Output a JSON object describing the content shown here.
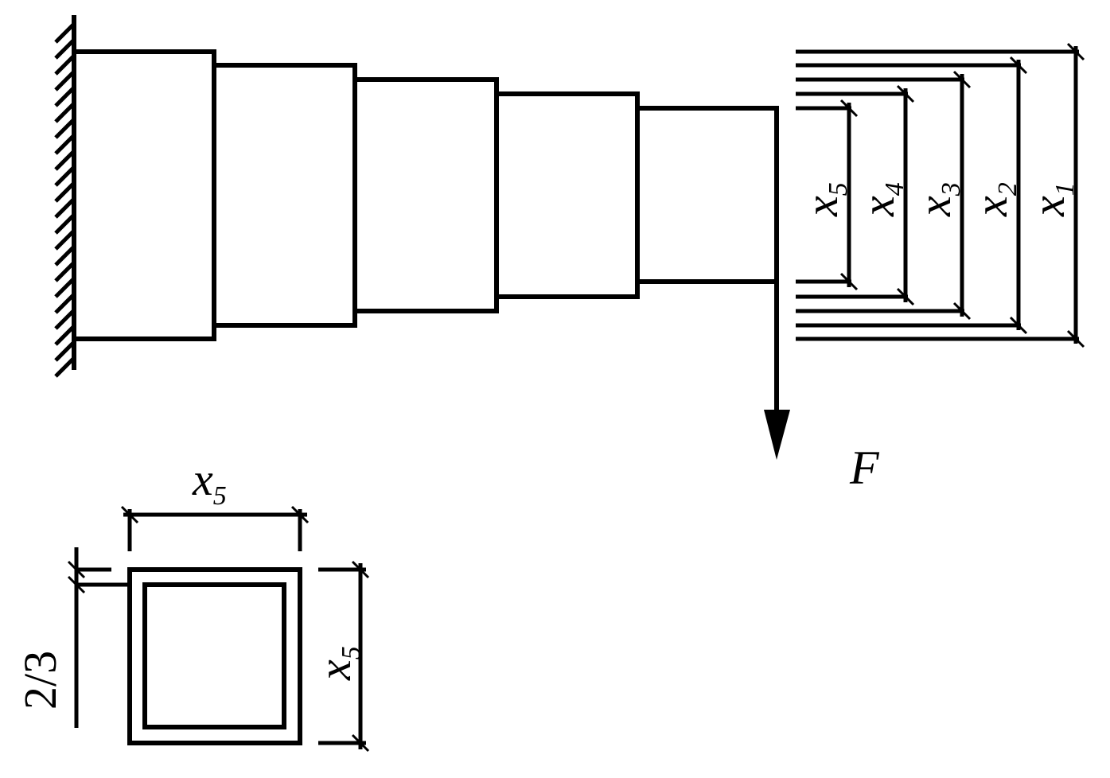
{
  "labels": {
    "force": "F",
    "x1": {
      "base": "x",
      "sub": "1"
    },
    "x2": {
      "base": "x",
      "sub": "2"
    },
    "x3": {
      "base": "x",
      "sub": "3"
    },
    "x4": {
      "base": "x",
      "sub": "4"
    },
    "x5": {
      "base": "x",
      "sub": "5"
    },
    "section_width": {
      "base": "x",
      "sub": "5"
    },
    "section_height": {
      "base": "x",
      "sub": "5"
    },
    "wall_thickness": "2/3"
  }
}
